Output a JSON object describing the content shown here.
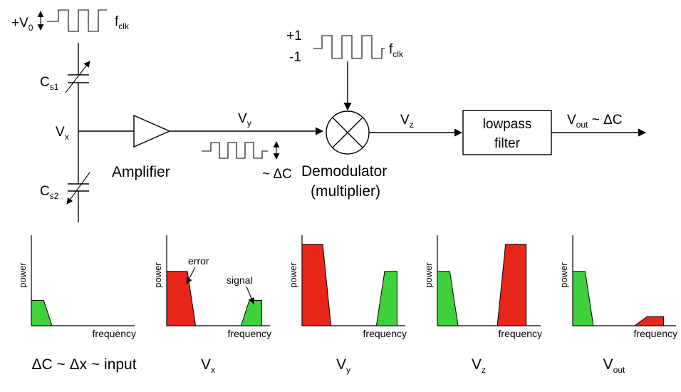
{
  "colors": {
    "red": "#e8261a",
    "green": "#3ed13b",
    "line": "#000000"
  },
  "circuit": {
    "clock_src": {
      "voltage_main": "+V",
      "voltage_sub": "0",
      "clk_main": "f",
      "clk_sub": "clk"
    },
    "cap1": {
      "main": "C",
      "sub": "s1"
    },
    "cap2": {
      "main": "C",
      "sub": "s2"
    },
    "node_x": {
      "main": "V",
      "sub": "x"
    },
    "amplifier_label": "Amplifier",
    "node_y": {
      "main": "V",
      "sub": "y"
    },
    "delta_c_label": "~ ΔC",
    "demod_clock": {
      "plus": "+1",
      "minus": "-1",
      "clk_main": "f",
      "clk_sub": "clk"
    },
    "demodulator_label": "Demodulator",
    "multiplier_label": "(multiplier)",
    "node_z": {
      "main": "V",
      "sub": "z"
    },
    "filter_line1": "lowpass",
    "filter_line2": "filter",
    "output": {
      "main": "V",
      "sub": "out",
      "suffix": " ~ ΔC"
    }
  },
  "spectra": {
    "ylabel": "power",
    "xlabel": "frequency",
    "error_label": "error",
    "signal_label": "signal",
    "panels": [
      {
        "caption_main": "ΔC ~ Δx ~ input",
        "caption_sub": "",
        "shapes": [
          {
            "color": "green",
            "x0": 0,
            "x1": 0.12,
            "x2": 0.2,
            "level": 0.28
          }
        ]
      },
      {
        "caption_main": "V",
        "caption_sub": "x",
        "shapes": [
          {
            "color": "red",
            "x0": 0,
            "x1": 0.2,
            "x2": 0.28,
            "level": 0.6
          },
          {
            "color": "green",
            "x0": 0.72,
            "x1": 0.8,
            "x2": 0.92,
            "level": 0.28
          }
        ]
      },
      {
        "caption_main": "V",
        "caption_sub": "y",
        "shapes": [
          {
            "color": "red",
            "x0": 0,
            "x1": 0.2,
            "x2": 0.28,
            "level": 0.9
          },
          {
            "color": "green",
            "x0": 0.72,
            "x1": 0.8,
            "x2": 0.92,
            "level": 0.6
          }
        ]
      },
      {
        "caption_main": "V",
        "caption_sub": "z",
        "shapes": [
          {
            "color": "green",
            "x0": 0,
            "x1": 0.12,
            "x2": 0.2,
            "level": 0.6
          },
          {
            "color": "red",
            "x0": 0.58,
            "x1": 0.66,
            "x2": 0.86,
            "level": 0.9
          }
        ]
      },
      {
        "caption_main": "V",
        "caption_sub": "out",
        "shapes": [
          {
            "color": "green",
            "x0": 0,
            "x1": 0.12,
            "x2": 0.2,
            "level": 0.6
          },
          {
            "color": "red",
            "x0": 0.6,
            "x1": 0.72,
            "x2": 0.88,
            "level": 0.1
          }
        ]
      }
    ]
  }
}
